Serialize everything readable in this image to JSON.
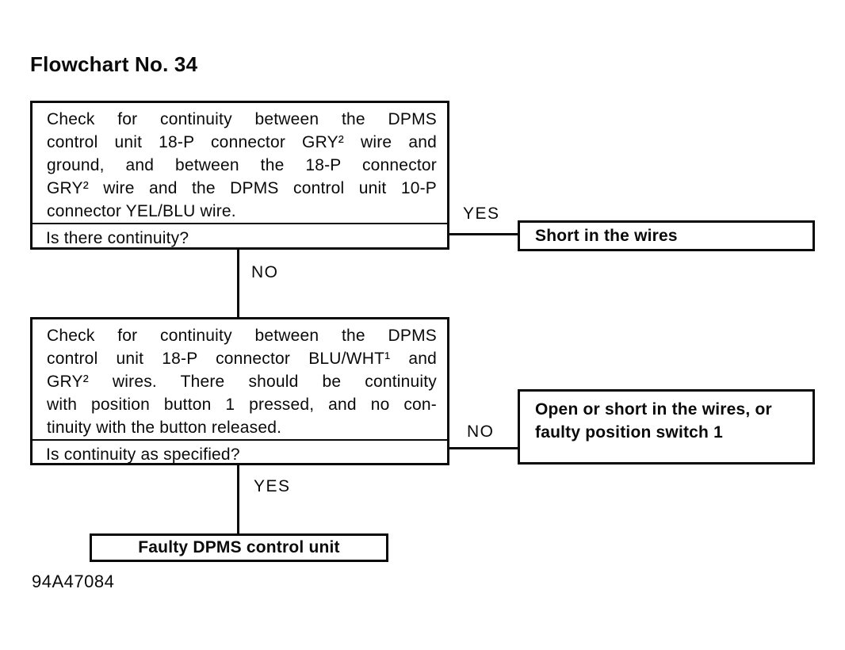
{
  "page": {
    "title": "Flowchart No. 34",
    "figure_code": "94A47084"
  },
  "colors": {
    "ink": "#0a0a0a",
    "paper": "#ffffff"
  },
  "flowchart": {
    "step1": {
      "instruction_lines": [
        "Check for continuity between the DPMS",
        "control unit 18-P connector GRY² wire and",
        "ground, and between the 18-P connector",
        "GRY² wire and the DPMS control unit 10-P",
        "connector YEL/BLU wire."
      ],
      "question": "Is there continuity?",
      "yes_branch_label": "YES",
      "no_branch_label": "NO",
      "yes_result": "Short in the wires"
    },
    "step2": {
      "instruction_lines": [
        "Check for continuity between the DPMS",
        "control unit 18-P connector BLU/WHT¹ and",
        "GRY² wires. There should be continuity",
        "with position button 1 pressed, and no con-",
        "tinuity with the button released."
      ],
      "question": "Is continuity as specified?",
      "no_branch_label": "NO",
      "yes_branch_label": "YES",
      "no_result_lines": [
        "Open or short in the wires, or",
        "faulty position switch 1"
      ],
      "yes_result": "Faulty DPMS control unit"
    }
  }
}
